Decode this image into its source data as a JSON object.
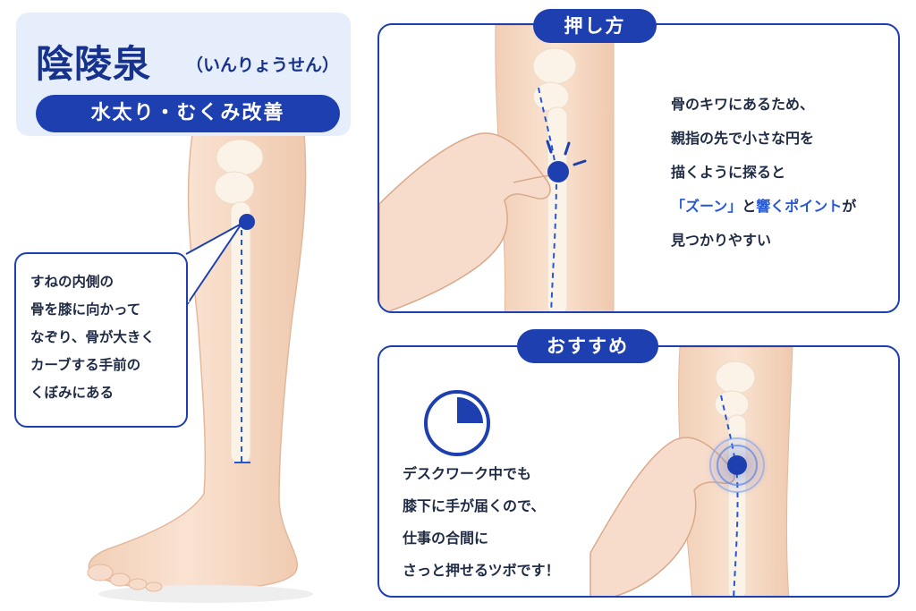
{
  "title": {
    "main": "陰陵泉",
    "reading": "（いんりょうせん）",
    "subtitle": "水太り・むくみ改善"
  },
  "callout": {
    "lines": [
      "すねの内側の",
      "骨を膝に向かって",
      "なぞり、骨が大きく",
      "カーブする手前の",
      "くぼみにある"
    ]
  },
  "how_to_press": {
    "label": "押し方",
    "lines": [
      [
        "骨のキワにあるため、"
      ],
      [
        "親指の先で小さな円を"
      ],
      [
        "描くように探ると"
      ],
      [
        "「ズーン」",
        "と",
        "響く",
        "ポイント",
        "が"
      ],
      [
        "見つかりやすい"
      ]
    ]
  },
  "recommendation": {
    "label": "おすすめ",
    "lines": [
      "デスクワーク中でも",
      "膝下に手が届くので、",
      "仕事の合間に",
      "さっと押せるツボです！"
    ]
  },
  "colors": {
    "accent": "#1e3fb0",
    "highlight": "#2457d6",
    "skin": "#f6d9c4",
    "title_bg": "#e6eefb"
  }
}
